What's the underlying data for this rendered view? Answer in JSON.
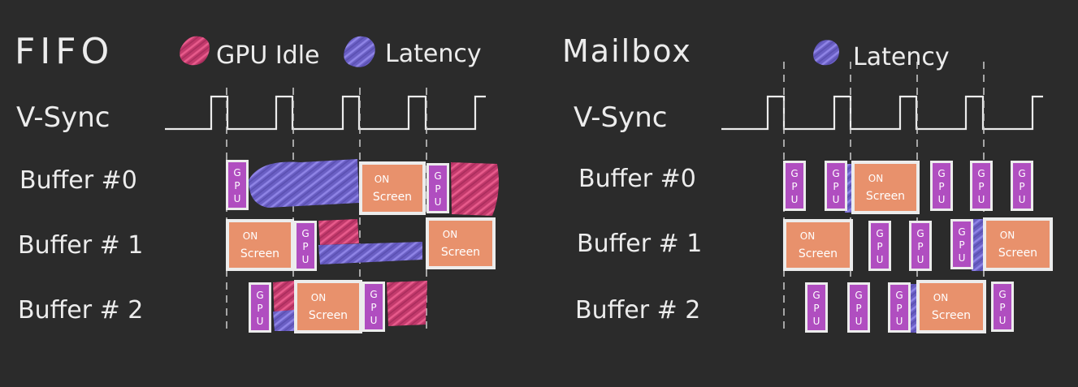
{
  "colors": {
    "background": "#2b2b2b",
    "chalk": "#ececec",
    "gpu_idle": "#d9467a",
    "latency": "#7b6fd6",
    "gpu_block": "#b04ec0",
    "on_screen_block": "#e8916c"
  },
  "legend": {
    "gpu_idle": "GPU Idle",
    "latency": "Latency"
  },
  "row_labels": {
    "vsync": "V-Sync",
    "buffer0": "Buffer #0",
    "buffer1": "Buffer # 1",
    "buffer2": "Buffer # 2"
  },
  "block_text": {
    "gpu": [
      "G",
      "P",
      "U"
    ],
    "on": "ON",
    "screen": "Screen"
  },
  "panels": [
    {
      "id": "fifo",
      "title": "FIFO",
      "legend_items": [
        "gpu_idle",
        "latency"
      ]
    },
    {
      "id": "mailbox",
      "title": "Mailbox",
      "legend_items": [
        "latency"
      ]
    }
  ]
}
